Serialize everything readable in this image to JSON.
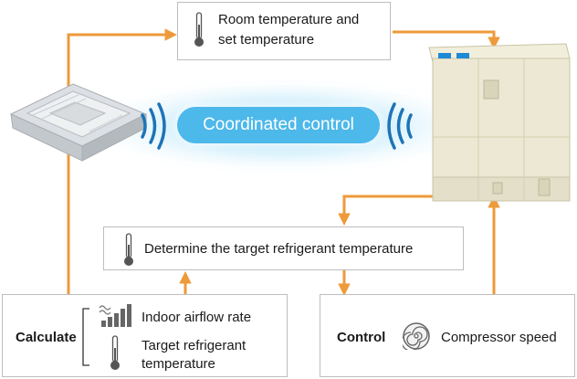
{
  "colors": {
    "arrow": "#EE9A3A",
    "glow": "#B9E6FA",
    "pill": "#4DB8EA",
    "pill_text": "#FFFFFF",
    "wave": "#1E73B7",
    "box_border": "#BDBDBD",
    "unit_body": "#ECE8D3",
    "brand_blue": "#1E8AD6"
  },
  "icons": {
    "thermometer": "thermometer-icon",
    "airflow": "airflow-bars-icon",
    "compressor": "compressor-spiral-icon",
    "indoor_unit": "cassette-indoor-unit",
    "outdoor_unit": "vrv-outdoor-unit",
    "signal": "signal-waves-icon"
  },
  "top_box": {
    "line1": "Room temperature and",
    "line2": "set temperature"
  },
  "center_pill": {
    "label": "Coordinated control"
  },
  "middle_box": {
    "label": "Determine the target refrigerant temperature"
  },
  "calculate_box": {
    "title": "Calculate",
    "item1": "Indoor airflow rate",
    "item2_line1": "Target refrigerant",
    "item2_line2": "temperature"
  },
  "control_box": {
    "title": "Control",
    "item": "Compressor speed"
  }
}
